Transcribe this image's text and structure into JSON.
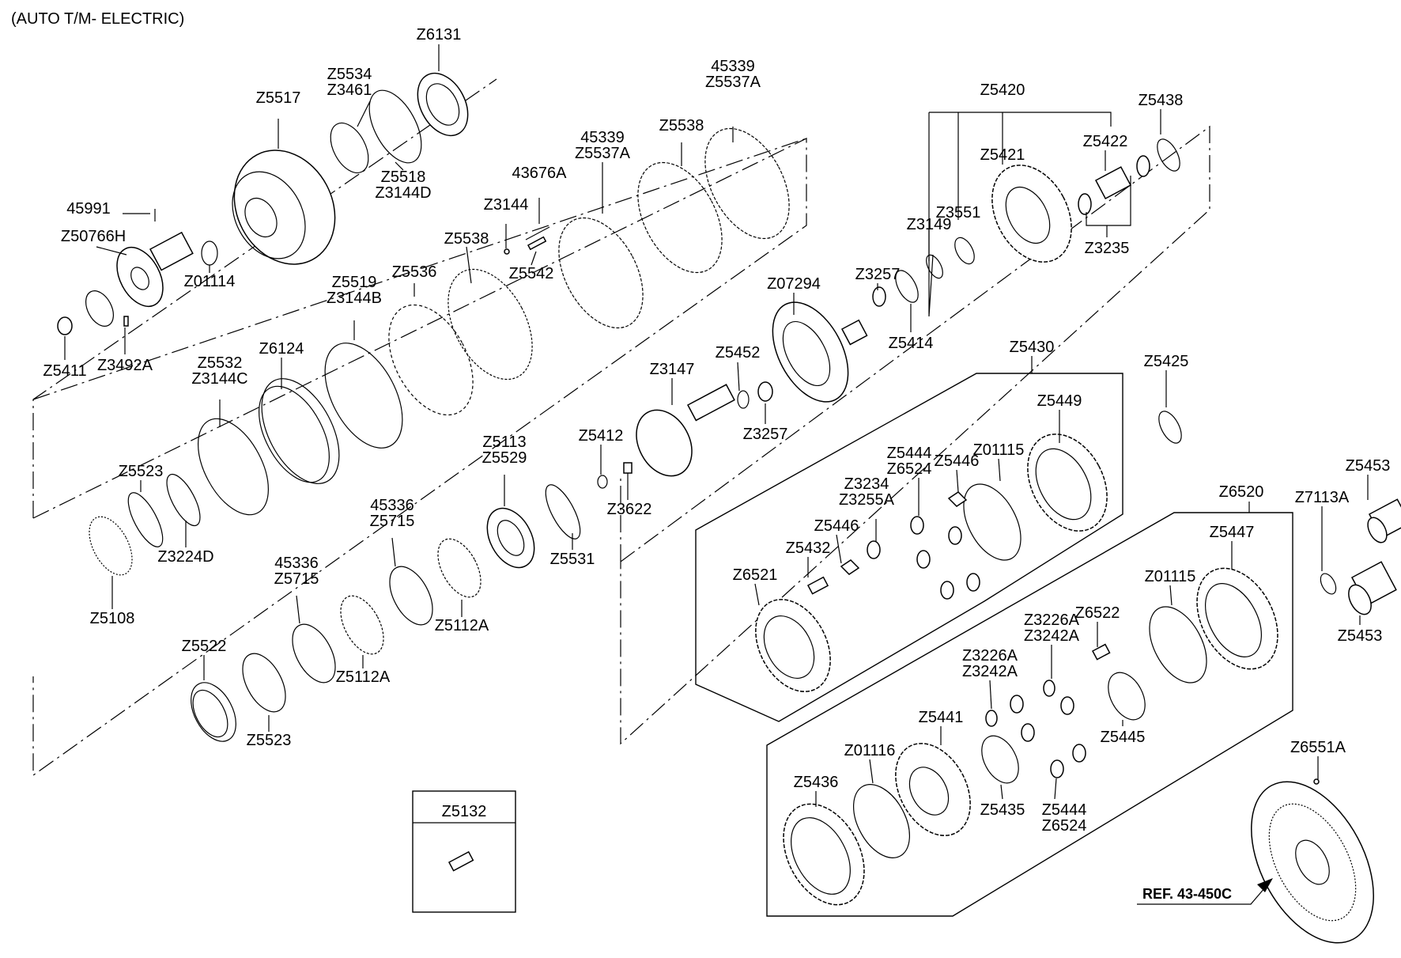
{
  "header": {
    "title": "(AUTO T/M- ELECTRIC)"
  },
  "reference": {
    "label": "REF. 43-450C"
  },
  "inset": {
    "label": "Z5132"
  },
  "labels": [
    {
      "id": "z6131",
      "lines": [
        "Z6131"
      ]
    },
    {
      "id": "z5534",
      "lines": [
        "Z5534",
        "Z3461"
      ]
    },
    {
      "id": "z5517",
      "lines": [
        "Z5517"
      ]
    },
    {
      "id": "z5518",
      "lines": [
        "Z5518",
        "Z3144D"
      ]
    },
    {
      "id": "45991",
      "lines": [
        "45991"
      ]
    },
    {
      "id": "z50766h",
      "lines": [
        "Z50766H"
      ]
    },
    {
      "id": "z01114",
      "lines": [
        "Z01114"
      ]
    },
    {
      "id": "z5411",
      "lines": [
        "Z5411"
      ]
    },
    {
      "id": "z3492a",
      "lines": [
        "Z3492A"
      ]
    },
    {
      "id": "45339-a",
      "lines": [
        "45339",
        "Z5537A"
      ]
    },
    {
      "id": "45339-b",
      "lines": [
        "45339",
        "Z5537A"
      ]
    },
    {
      "id": "z5538-a",
      "lines": [
        "Z5538"
      ]
    },
    {
      "id": "43676a",
      "lines": [
        "43676A"
      ]
    },
    {
      "id": "z3144",
      "lines": [
        "Z3144"
      ]
    },
    {
      "id": "z5538-b",
      "lines": [
        "Z5538"
      ]
    },
    {
      "id": "z5542",
      "lines": [
        "Z5542"
      ]
    },
    {
      "id": "z5519",
      "lines": [
        "Z5519",
        "Z3144B"
      ]
    },
    {
      "id": "z5536",
      "lines": [
        "Z5536"
      ]
    },
    {
      "id": "z6124",
      "lines": [
        "Z6124"
      ]
    },
    {
      "id": "z5532",
      "lines": [
        "Z5532",
        "Z3144C"
      ]
    },
    {
      "id": "z5523-a",
      "lines": [
        "Z5523"
      ]
    },
    {
      "id": "z3224d",
      "lines": [
        "Z3224D"
      ]
    },
    {
      "id": "z5108",
      "lines": [
        "Z5108"
      ]
    },
    {
      "id": "z5113",
      "lines": [
        "Z5113",
        "Z5529"
      ]
    },
    {
      "id": "z5531",
      "lines": [
        "Z5531"
      ]
    },
    {
      "id": "45336-a",
      "lines": [
        "45336",
        "Z5715"
      ]
    },
    {
      "id": "z5112a-a",
      "lines": [
        "Z5112A"
      ]
    },
    {
      "id": "45336-b",
      "lines": [
        "45336",
        "Z5715"
      ]
    },
    {
      "id": "z5112a-b",
      "lines": [
        "Z5112A"
      ]
    },
    {
      "id": "z5522",
      "lines": [
        "Z5522"
      ]
    },
    {
      "id": "z5523-b",
      "lines": [
        "Z5523"
      ]
    },
    {
      "id": "z5420",
      "lines": [
        "Z5420"
      ]
    },
    {
      "id": "z5438",
      "lines": [
        "Z5438"
      ]
    },
    {
      "id": "z5422",
      "lines": [
        "Z5422"
      ]
    },
    {
      "id": "z5421",
      "lines": [
        "Z5421"
      ]
    },
    {
      "id": "z3551",
      "lines": [
        "Z3551"
      ]
    },
    {
      "id": "z3149",
      "lines": [
        "Z3149"
      ]
    },
    {
      "id": "z3235",
      "lines": [
        "Z3235"
      ]
    },
    {
      "id": "z07294",
      "lines": [
        "Z07294"
      ]
    },
    {
      "id": "z3257-a",
      "lines": [
        "Z3257"
      ]
    },
    {
      "id": "z5414",
      "lines": [
        "Z5414"
      ]
    },
    {
      "id": "z5452",
      "lines": [
        "Z5452"
      ]
    },
    {
      "id": "z3147",
      "lines": [
        "Z3147"
      ]
    },
    {
      "id": "z3257-b",
      "lines": [
        "Z3257"
      ]
    },
    {
      "id": "z5412",
      "lines": [
        "Z5412"
      ]
    },
    {
      "id": "z3622",
      "lines": [
        "Z3622"
      ]
    },
    {
      "id": "z5430",
      "lines": [
        "Z5430"
      ]
    },
    {
      "id": "z5425",
      "lines": [
        "Z5425"
      ]
    },
    {
      "id": "z5449",
      "lines": [
        "Z5449"
      ]
    },
    {
      "id": "z01115-a",
      "lines": [
        "Z01115"
      ]
    },
    {
      "id": "z5444-a",
      "lines": [
        "Z5444",
        "Z6524"
      ]
    },
    {
      "id": "z5446-a",
      "lines": [
        "Z5446"
      ]
    },
    {
      "id": "z3234",
      "lines": [
        "Z3234",
        "Z3255A"
      ]
    },
    {
      "id": "z5446-b",
      "lines": [
        "Z5446"
      ]
    },
    {
      "id": "z5432",
      "lines": [
        "Z5432"
      ]
    },
    {
      "id": "z6521",
      "lines": [
        "Z6521"
      ]
    },
    {
      "id": "z5453-a",
      "lines": [
        "Z5453"
      ]
    },
    {
      "id": "z6520",
      "lines": [
        "Z6520"
      ]
    },
    {
      "id": "z7113a",
      "lines": [
        "Z7113A"
      ]
    },
    {
      "id": "z5447",
      "lines": [
        "Z5447"
      ]
    },
    {
      "id": "z5453-b",
      "lines": [
        "Z5453"
      ]
    },
    {
      "id": "z01115-b",
      "lines": [
        "Z01115"
      ]
    },
    {
      "id": "z3226a-a",
      "lines": [
        "Z3226A",
        "Z3242A"
      ]
    },
    {
      "id": "z6522",
      "lines": [
        "Z6522"
      ]
    },
    {
      "id": "z3226a-b",
      "lines": [
        "Z3226A",
        "Z3242A"
      ]
    },
    {
      "id": "z5441",
      "lines": [
        "Z5441"
      ]
    },
    {
      "id": "z5445",
      "lines": [
        "Z5445"
      ]
    },
    {
      "id": "z01116",
      "lines": [
        "Z01116"
      ]
    },
    {
      "id": "z5436",
      "lines": [
        "Z5436"
      ]
    },
    {
      "id": "z5435",
      "lines": [
        "Z5435"
      ]
    },
    {
      "id": "z5444-b",
      "lines": [
        "Z5444",
        "Z6524"
      ]
    },
    {
      "id": "z6551a",
      "lines": [
        "Z6551A"
      ]
    }
  ]
}
